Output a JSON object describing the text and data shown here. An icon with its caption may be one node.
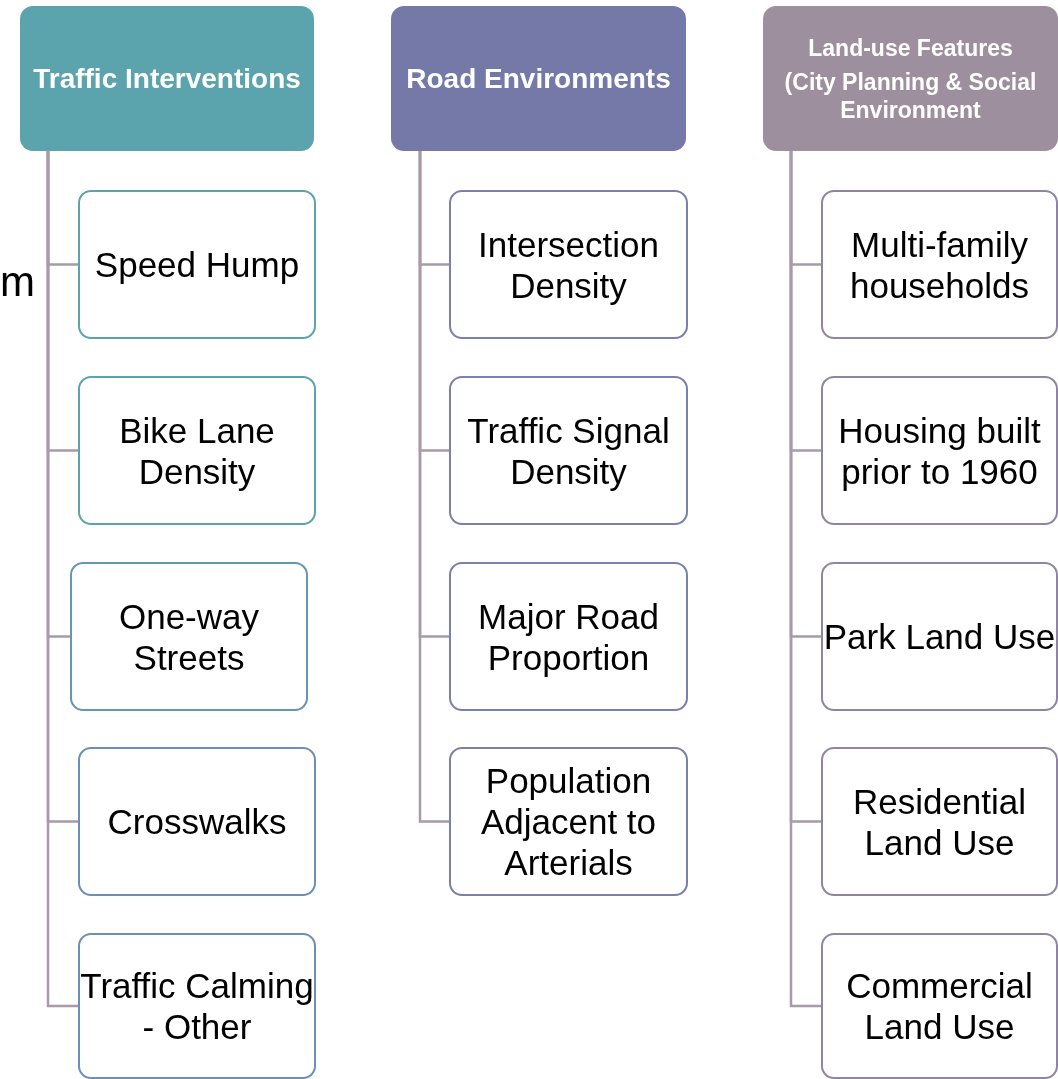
{
  "diagram": {
    "nodes": [
      {
        "text": [
          "Traffic Interventions"
        ]
      },
      {
        "text": [
          "Speed Hump"
        ]
      },
      {
        "text": [
          "Bike Lane Density"
        ]
      },
      {
        "text": [
          "One-way Streets"
        ]
      },
      {
        "text": [
          "Crosswalks"
        ]
      },
      {
        "text": [
          "Traffic Calming - Other"
        ]
      },
      {
        "text": [
          "Road Environments"
        ]
      },
      {
        "text": [
          "Intersection Density"
        ]
      },
      {
        "text": [
          "Traffic Signal Density"
        ]
      },
      {
        "text": [
          "Major Road Proportion"
        ]
      },
      {
        "text": [
          "Population Adjacent to Arterials"
        ]
      },
      {
        "text": [
          "Land-use Features",
          "(City Planning & Social Environment"
        ]
      },
      {
        "text": [
          "Multi-family households"
        ]
      },
      {
        "text": [
          "Housing built prior to 1960"
        ]
      },
      {
        "text": [
          "Park Land Use"
        ]
      },
      {
        "text": [
          "Residential Land Use"
        ]
      },
      {
        "text": [
          "Commercial Land Use"
        ]
      }
    ],
    "edges": [
      {
        "from": 0,
        "to": 1,
        "arrow": "none"
      },
      {
        "from": 0,
        "to": 2,
        "arrow": "none"
      },
      {
        "from": 0,
        "to": 3,
        "arrow": "none"
      },
      {
        "from": 0,
        "to": 4,
        "arrow": "none"
      },
      {
        "from": 0,
        "to": 5,
        "arrow": "none"
      },
      {
        "from": 6,
        "to": 7,
        "arrow": "none"
      },
      {
        "from": 6,
        "to": 8,
        "arrow": "none"
      },
      {
        "from": 6,
        "to": 9,
        "arrow": "none"
      },
      {
        "from": 6,
        "to": 10,
        "arrow": "none"
      },
      {
        "from": 11,
        "to": 12,
        "arrow": "none"
      },
      {
        "from": 11,
        "to": 13,
        "arrow": "none"
      },
      {
        "from": 11,
        "to": 14,
        "arrow": "none"
      },
      {
        "from": 11,
        "to": 15,
        "arrow": "none"
      },
      {
        "from": 11,
        "to": 16,
        "arrow": "none"
      }
    ],
    "labels": [
      "m"
    ]
  }
}
